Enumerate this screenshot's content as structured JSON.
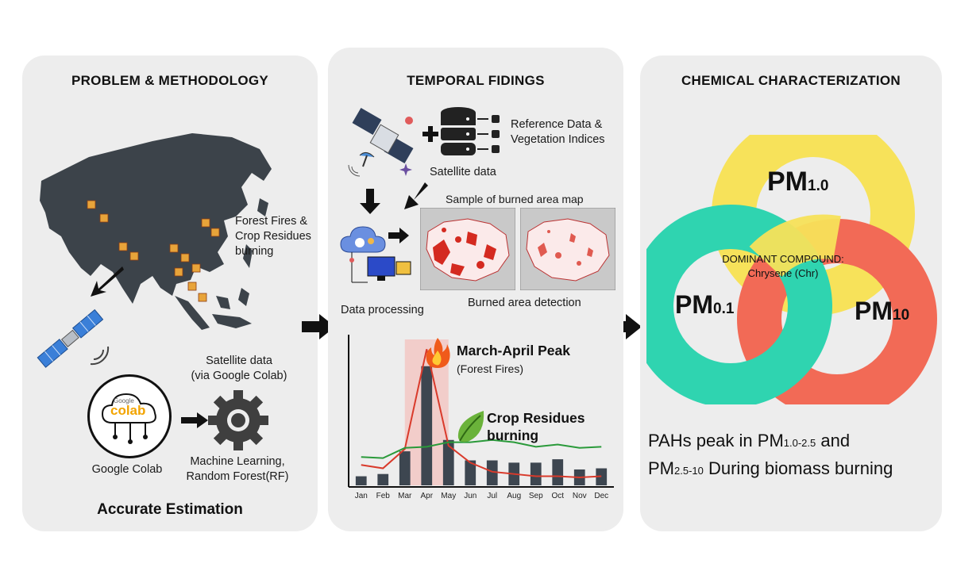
{
  "panels": {
    "problem": {
      "title": "PROBLEM & METHODOLOGY",
      "fires_label": "Forest Fires &\nCrop Residues\nburning",
      "satellite_label": "Satellite data\n(via Google Colab)",
      "colab_logo_small": "Google",
      "colab_logo": "colab",
      "colab_label": "Google Colab",
      "ml_label": "Machine Learning,\nRandom Forest(RF)",
      "result": "Accurate Estimation"
    },
    "temporal": {
      "title": "TEMPORAL FIDINGS",
      "reference_label": "Reference Data &\nVegetation Indices",
      "satellite_label": "Satellite data",
      "sample_label": "Sample of burned area map",
      "processing_label": "Data processing",
      "detection_label": "Burned area detection",
      "peak_title": "March-April Peak",
      "peak_sub": "(Forest Fires)",
      "crop_title": "Crop Residues\nburning"
    },
    "chemical": {
      "title": "CHEMICAL CHARACTERIZATION",
      "pm_top": "PM",
      "pm_top_sub": "1.0",
      "pm_left": "PM",
      "pm_left_sub": "0.1",
      "pm_right": "PM",
      "pm_right_sub": "10",
      "dominant_label": "DOMINANT COMPOUND:",
      "dominant_value": "Chrysene (Chr)",
      "summary_1a": "PAHs peak in PM",
      "summary_1sub": "1.0-2.5",
      "summary_1b": " and",
      "summary_2a": "PM",
      "summary_2sub": "2.5-10",
      "summary_2b": " During biomass burning"
    }
  },
  "colors": {
    "panel_bg": "#ededed",
    "pm_top": "#f7e25a",
    "pm_left": "#2fd4b0",
    "pm_right": "#f26a56",
    "bar": "#3d4650",
    "red_line": "#d93a2b",
    "green_line": "#2a9a3a",
    "peak_band": "#f2c4c0",
    "map_land": "#3c434a"
  },
  "chart_data": {
    "type": "bar",
    "categories": [
      "Jan",
      "Feb",
      "Mar",
      "Apr",
      "May",
      "Jun",
      "Jul",
      "Aug",
      "Sep",
      "Oct",
      "Nov",
      "Dec"
    ],
    "series": [
      {
        "values": [
          8,
          10,
          30,
          105,
          40,
          22,
          22,
          20,
          20,
          23,
          14,
          15
        ]
      },
      {
        "values": [
          18,
          15,
          32,
          120,
          35,
          20,
          12,
          10,
          8,
          8,
          7,
          8
        ]
      },
      {
        "values": [
          25,
          24,
          33,
          34,
          38,
          38,
          40,
          38,
          34,
          36,
          33,
          34
        ]
      }
    ],
    "highlight_range": [
      "Mar",
      "May"
    ],
    "ylim": [
      0,
      130
    ]
  }
}
